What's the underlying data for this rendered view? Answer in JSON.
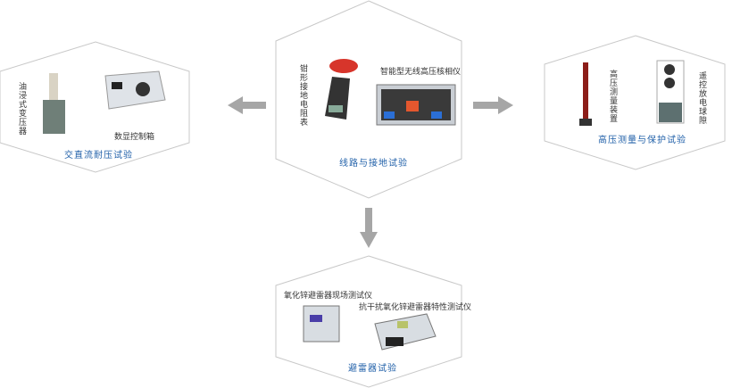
{
  "groups": {
    "left": {
      "title": "交直流耐压试验",
      "items": [
        "油浸式变压器",
        "数显控制箱"
      ]
    },
    "center": {
      "title": "线路与接地试验",
      "items": [
        "钳形接地电阻表",
        "智能型无线高压核相仪"
      ]
    },
    "right": {
      "title": "高压测量与保护试验",
      "items": [
        "高压测量装置",
        "遥控放电球隙"
      ]
    },
    "bottom": {
      "title": "避雷器试验",
      "items": [
        "氧化锌避雷器现场测试仪",
        "抗干扰氧化锌避雷器特性测试仪"
      ]
    }
  },
  "colors": {
    "title": "#1f5fa8",
    "arrow": "#a6a6a6",
    "border": "#c8c8c8"
  }
}
